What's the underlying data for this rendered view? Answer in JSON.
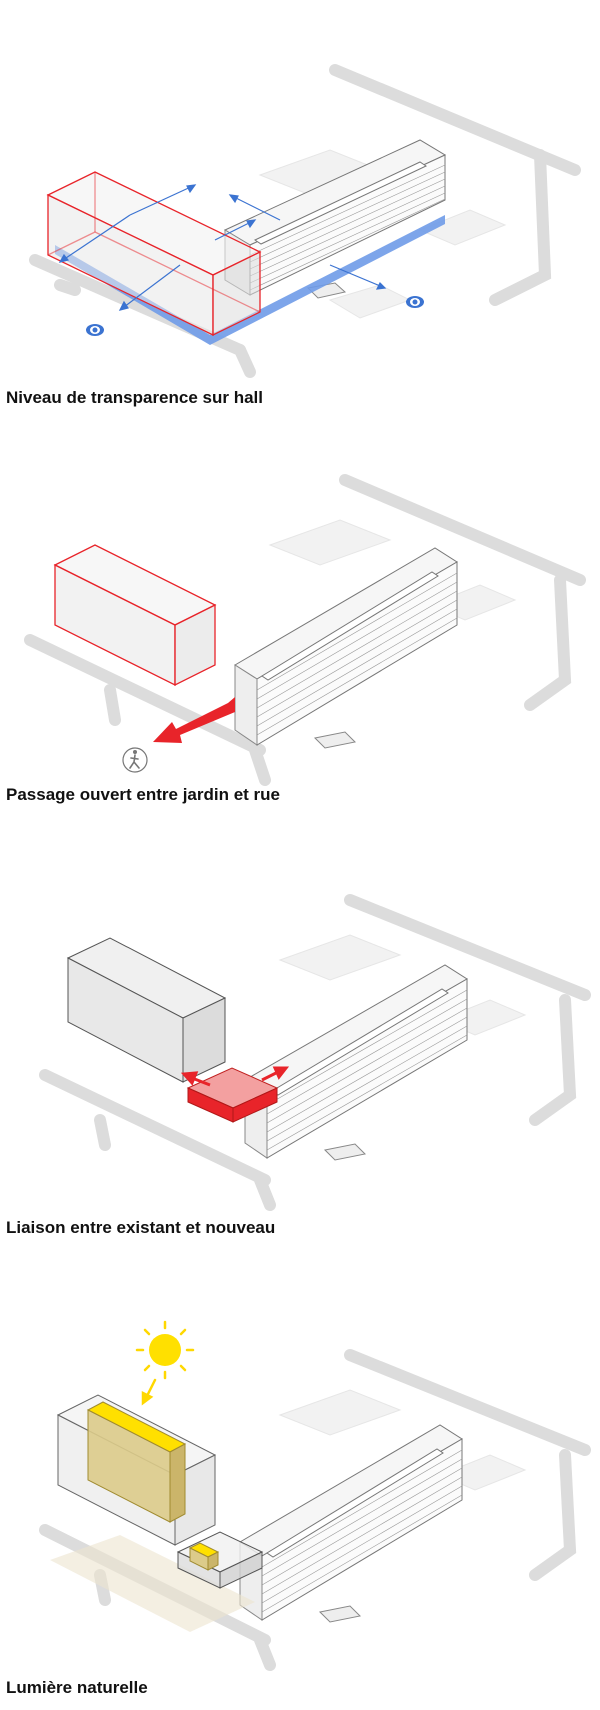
{
  "colors": {
    "highlight_red": "#e8242a",
    "transparency_blue": "#3b73d1",
    "sun_yellow": "#ffe000",
    "ground_gray": "#d8d8d8"
  },
  "panels": [
    {
      "caption": "Niveau de transparence  sur hall",
      "icons": [
        "eye-icon",
        "eye-icon"
      ]
    },
    {
      "caption": "Passage ouvert entre jardin et rue",
      "icons": [
        "pedestrian-icon"
      ]
    },
    {
      "caption": "Liaison entre existant et nouveau",
      "icons": []
    },
    {
      "caption": "Lumière naturelle",
      "icons": [
        "sun-icon"
      ]
    }
  ]
}
